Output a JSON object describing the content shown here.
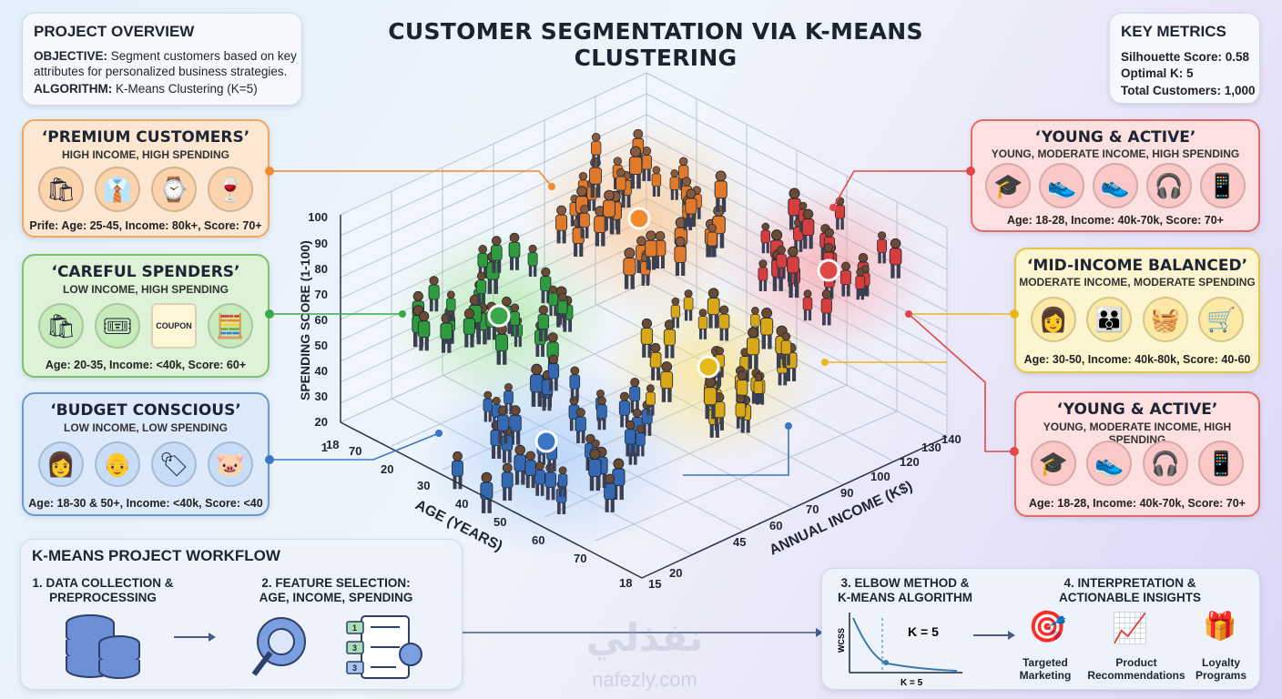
{
  "title": "CUSTOMER SEGMENTATION VIA K-MEANS CLUSTERING",
  "overview": {
    "heading": "PROJECT OVERVIEW",
    "objective_label": "OBJECTIVE:",
    "objective_text": "Segment customers based on key attributes for personalized business strategies.",
    "algorithm_label": "ALGORITHM:",
    "algorithm_text": "K-Means Clustering (K=5)"
  },
  "metrics": {
    "heading": "KEY METRICS",
    "silhouette": "Silhouette Score: 0.58",
    "optimal_k": "Optimal K: 5",
    "total": "Total Customers: 1,000"
  },
  "segments": {
    "premium": {
      "title": "‘PREMIUM CUSTOMERS’",
      "subtitle": "HIGH INCOME, HIGH SPENDING",
      "stats": "Prife: Age: 25-45, Income: 80k+, Score: 70+",
      "icons": [
        "shopping-woman-icon",
        "businessman-icon",
        "watch-icon",
        "dining-icon"
      ],
      "color": "#f08a2a"
    },
    "careful": {
      "title": "‘CAREFUL SPENDERS’",
      "subtitle": "LOW INCOME, HIGH SPENDING",
      "stats": "Age: 20-35, Income: <40k, Score: 60+",
      "icons": [
        "shopping-bags-icon",
        "woman-ticket-icon",
        "coupon-icon",
        "calculator-icon"
      ],
      "coupon_text": "COUPON",
      "color": "#3aa84a"
    },
    "budget": {
      "title": "‘BUDGET CONSCIOUS’",
      "subtitle": "LOW INCOME, LOW SPENDING",
      "stats": "Age: 18-30 & 50+, Income: <40k, Score: <40",
      "icons": [
        "woman-shopper-icon",
        "elderly-man-icon",
        "price-tag-icon",
        "piggy-bank-icon"
      ],
      "color": "#3a76c4"
    },
    "young1": {
      "title": "‘YOUNG & ACTIVE’",
      "subtitle": "YOUNG, MODERATE INCOME, HIGH SPENDING",
      "stats": "Age: 18-28, Income: 40k-70k, Score: 70+",
      "icons": [
        "graduate-icon",
        "sneaker-icon",
        "sneaker-icon",
        "headphones-icon",
        "phone-icon"
      ],
      "color": "#e04848"
    },
    "mid": {
      "title": "‘MID-INCOME BALANCED’",
      "subtitle": "MODERATE INCOME, MODERATE SPENDING",
      "stats": "Age: 30-50, Income: 40k-80k, Score: 40-60",
      "icons": [
        "woman-icon",
        "family-icon",
        "man-basket-icon",
        "shopping-cart-icon"
      ],
      "color": "#e8b818"
    },
    "young2": {
      "title": "‘YOUNG & ACTIVE’",
      "subtitle": "YOUNG, MODERATE INCOME, HIGH SPENDING",
      "stats": "Age: 18-28, Income: 40k-70k, Score: 70+",
      "icons": [
        "graduate-icon",
        "sneaker-icon",
        "headphones-icon",
        "phone-icon"
      ],
      "color": "#e04848"
    }
  },
  "plot": {
    "y_axis_label": "SPENDING SCORE (1-100)",
    "y_ticks": [
      "100",
      "90",
      "80",
      "70",
      "60",
      "50",
      "40",
      "30",
      "20",
      "1"
    ],
    "age_axis_label": "AGE (YEARS)",
    "age_ticks": [
      "18",
      "70",
      "20",
      "30",
      "40",
      "50",
      "60",
      "70",
      "18"
    ],
    "income_axis_label": "ANNUAL INCOME (K$)",
    "income_ticks": [
      "15",
      "20",
      "45",
      "60",
      "70",
      "90",
      "100",
      "120",
      "130",
      "140"
    ]
  },
  "workflow": {
    "heading": "K-MEANS PROJECT WORKFLOW",
    "step1": [
      "1. DATA COLLECTION &",
      "PREPROCESSING"
    ],
    "step2": [
      "2. FEATURE SELECTION:",
      "AGE, INCOME, SPENDING"
    ],
    "step3": [
      "3. ELBOW METHOD &",
      "K-MEANS ALGORITHM"
    ],
    "step4": [
      "4. INTERPRETATION &",
      "ACTIONABLE INSIGHTS"
    ],
    "elbow_ylabel": "WCSS",
    "elbow_xlabel": "K = 5",
    "elbow_k": "K = 5",
    "feature_numbers": [
      "1",
      "3",
      "3"
    ],
    "insights": [
      [
        "Targeted",
        "Marketing"
      ],
      [
        "Product",
        "Recommendations"
      ],
      [
        "Loyalty",
        "Programs"
      ]
    ]
  },
  "watermark": {
    "arabic": "نفذلي",
    "latin": "nafezly.com"
  }
}
